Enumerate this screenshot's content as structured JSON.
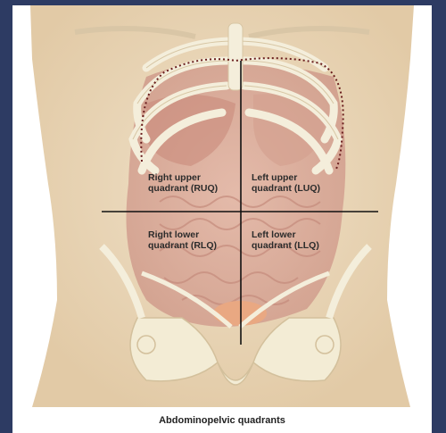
{
  "figure": {
    "caption": "Abdominopelvic quadrants",
    "quadrants": [
      {
        "line1": "Right upper",
        "line2": "quadrant (RUQ)"
      },
      {
        "line1": "Left upper",
        "line2": "quadrant (LUQ)"
      },
      {
        "line1": "Right lower",
        "line2": "quadrant (RLQ)"
      },
      {
        "line1": "Left lower",
        "line2": "quadrant (LLQ)"
      }
    ]
  },
  "colors": {
    "page_background": "#2d3b63",
    "skin": "#ead9bf",
    "bone": "#f3ecd5",
    "organs": "#d9a79a",
    "divider_lines": "#111111",
    "diaphragm_dots": "#6a1d1d"
  }
}
